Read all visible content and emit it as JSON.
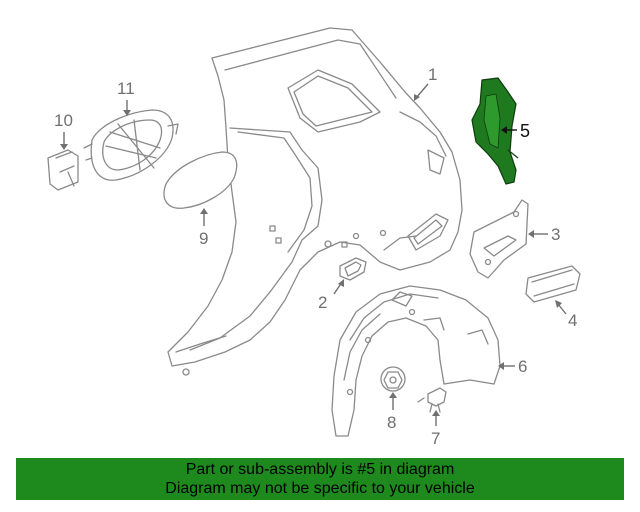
{
  "callouts": [
    {
      "id": "1",
      "label": "1"
    },
    {
      "id": "2",
      "label": "2"
    },
    {
      "id": "3",
      "label": "3"
    },
    {
      "id": "4",
      "label": "4"
    },
    {
      "id": "5",
      "label": "5",
      "highlighted": true
    },
    {
      "id": "6",
      "label": "6"
    },
    {
      "id": "7",
      "label": "7"
    },
    {
      "id": "8",
      "label": "8"
    },
    {
      "id": "9",
      "label": "9"
    },
    {
      "id": "10",
      "label": "10"
    },
    {
      "id": "11",
      "label": "11"
    }
  ],
  "banner": {
    "line1": "Part or sub-assembly is #5 in diagram",
    "line2": "Diagram may not be specific to your vehicle"
  },
  "colors": {
    "banner_bg": "#1e8a1e",
    "highlight_part": "#1f7a1f",
    "outline": "#8a8a8a"
  }
}
